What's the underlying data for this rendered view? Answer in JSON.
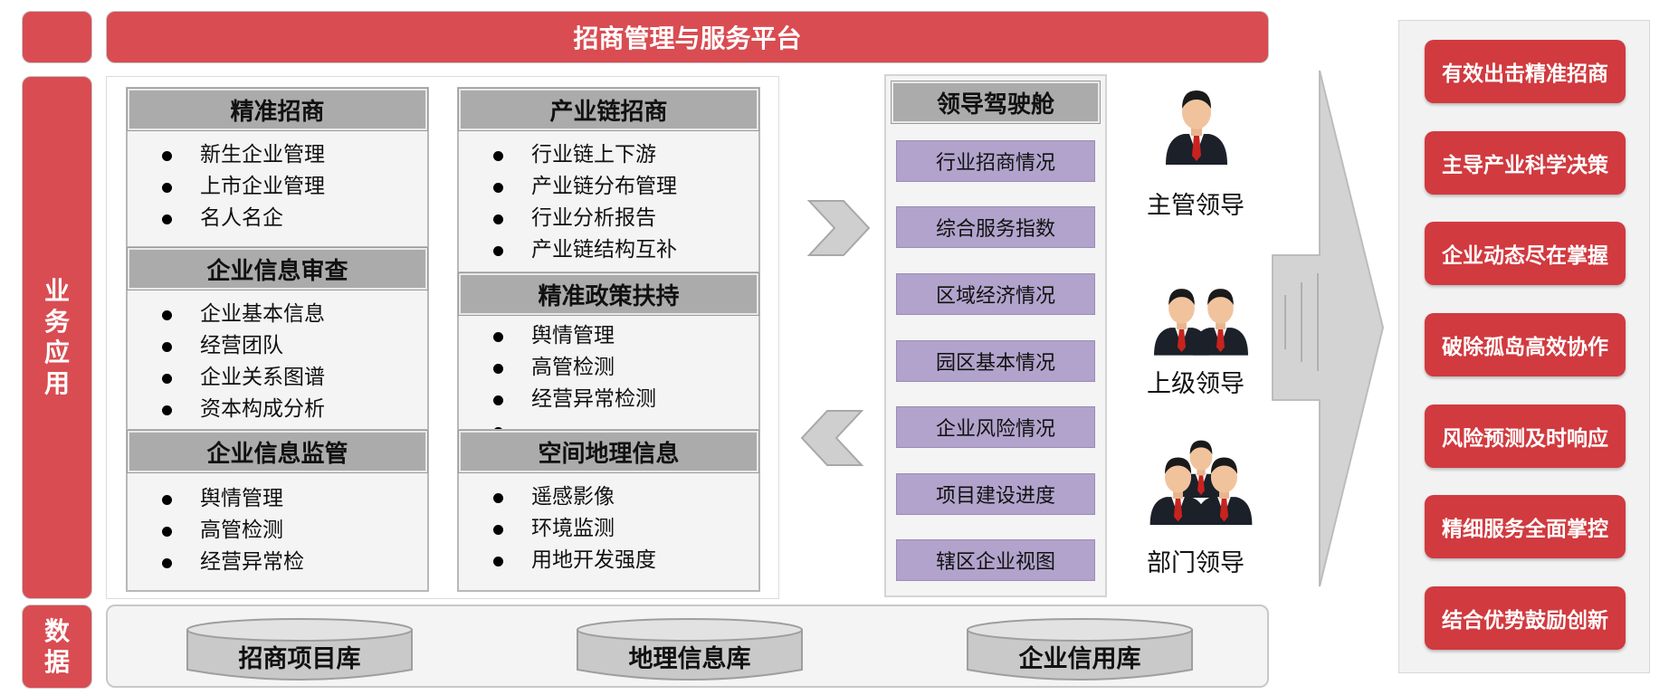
{
  "header": {
    "title": "招商管理与服务平台"
  },
  "side_labels": {
    "business": [
      "业",
      "务",
      "应",
      "用"
    ],
    "data": [
      "数",
      "据"
    ]
  },
  "modules": [
    {
      "title": "精准招商",
      "items": [
        "新生企业管理",
        "上市企业管理",
        "名人名企"
      ]
    },
    {
      "title": "企业信息审查",
      "items": [
        "企业基本信息",
        "经营团队",
        "企业关系图谱",
        "资本构成分析"
      ]
    },
    {
      "title": "企业信息监管",
      "items": [
        "舆情管理",
        "高管检测",
        "经营异常检"
      ]
    },
    {
      "title": "产业链招商",
      "items": [
        "行业链上下游",
        "产业链分布管理",
        "行业分析报告",
        "产业链结构互补"
      ]
    },
    {
      "title": "精准政策扶持",
      "items": [
        "舆情管理",
        "高管检测",
        "经营异常检测",
        "……"
      ]
    },
    {
      "title": "空间地理信息",
      "items": [
        "遥感影像",
        "环境监测",
        "用地开发强度"
      ]
    }
  ],
  "cockpit": {
    "title": "领导驾驶舱",
    "items": [
      "行业招商情况",
      "综合服务指数",
      "区域经济情况",
      "园区基本情况",
      "企业风险情况",
      "项目建设进度",
      "辖区企业视图"
    ]
  },
  "leaders": [
    "主管领导",
    "上级领导",
    "部门领导"
  ],
  "databases": [
    "招商项目库",
    "地理信息库",
    "企业信用库"
  ],
  "benefits": [
    "有效出击精准招商",
    "主导产业科学决策",
    "企业动态尽在掌握",
    "破除孤岛高效协作",
    "风险预测及时响应",
    "精细服务全面掌控",
    "结合优势鼓励创新"
  ],
  "colors": {
    "accent_red": "#d94c52",
    "cockpit_purple": "#b1a3cb",
    "header_gray": "#ababab"
  }
}
